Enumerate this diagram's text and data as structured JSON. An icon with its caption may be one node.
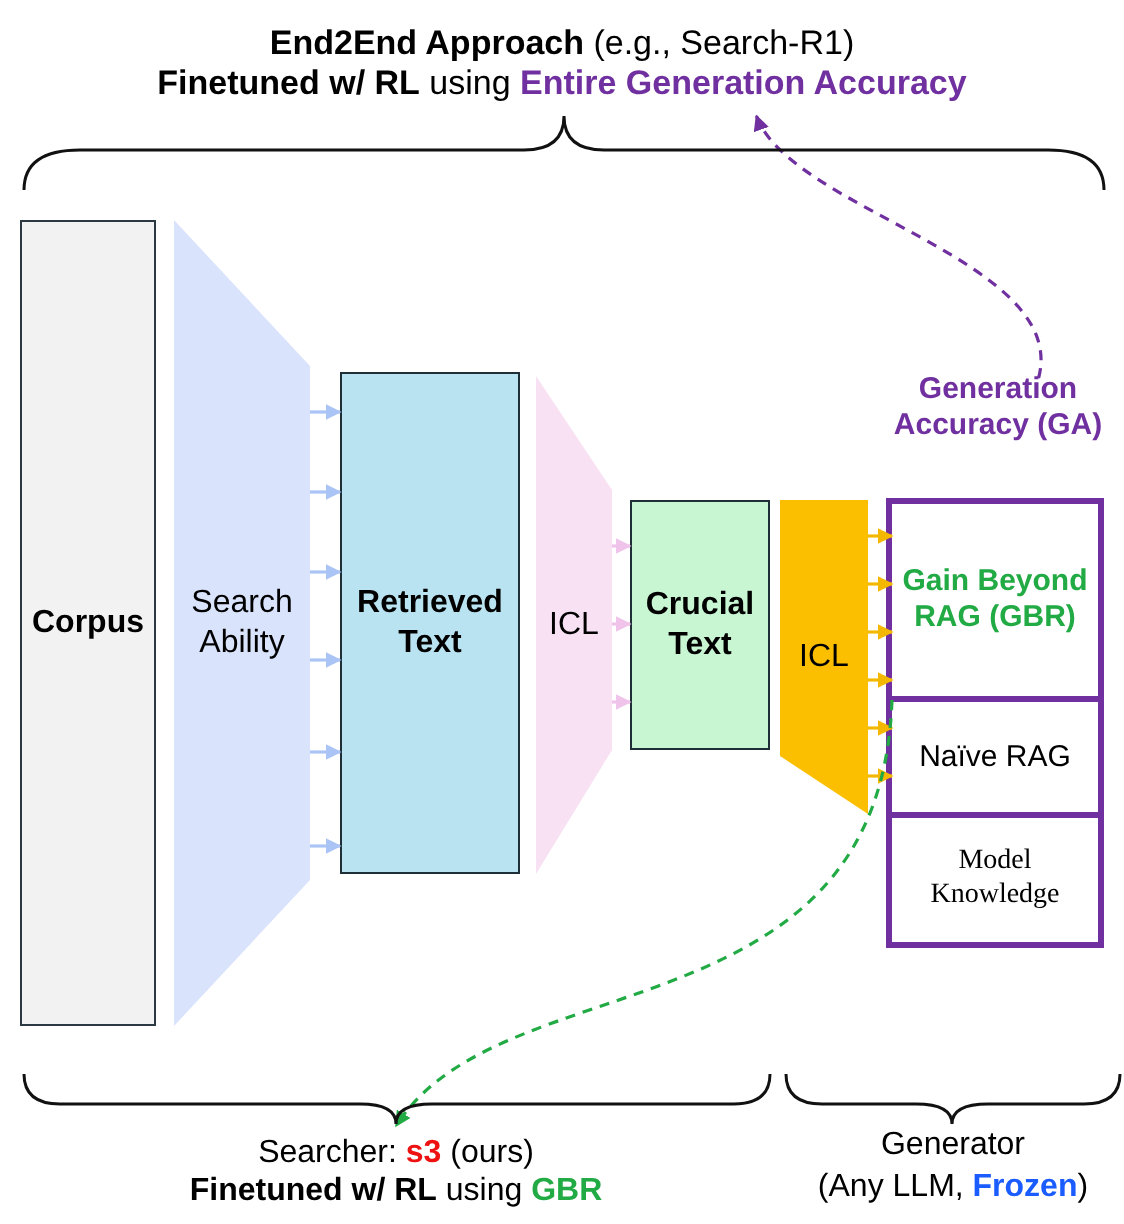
{
  "diagram": {
    "nodes": [
      {
        "text": [
          "Corpus"
        ]
      },
      {
        "text": [
          "Search Ability"
        ]
      },
      {
        "text": [
          "Retrieved Text"
        ]
      },
      {
        "text": [
          "ICL"
        ]
      },
      {
        "text": [
          "Crucial Text"
        ]
      },
      {
        "text": [
          "ICL"
        ]
      },
      {
        "text": [
          "Generation Accuracy (GA)"
        ]
      },
      {
        "text": [
          "Gain Beyond RAG (GBR)"
        ],
        "in": 6
      },
      {
        "text": [
          "Naïve RAG"
        ],
        "in": 6
      },
      {
        "text": [
          "Model Knowledge"
        ],
        "in": 6
      },
      {
        "text": [
          "**End2End Approach** (e.g., Search-R1)",
          "**Finetuned w/ RL** using **Entire Generation Accuracy**"
        ]
      },
      {
        "text": [
          "Searcher: **s3** (ours)",
          "**Finetuned w/ RL** using **GBR**"
        ]
      }
    ],
    "edges": [
      {
        "from": 1,
        "to": 2,
        "arrow": "to",
        "color": "#a9c4f5"
      },
      {
        "from": 1,
        "to": 2,
        "arrow": "to",
        "color": "#a9c4f5"
      },
      {
        "from": 1,
        "to": 2,
        "arrow": "to",
        "color": "#a9c4f5"
      },
      {
        "from": 1,
        "to": 2,
        "arrow": "to",
        "color": "#a9c4f5"
      },
      {
        "from": 1,
        "to": 2,
        "arrow": "to",
        "color": "#a9c4f5"
      },
      {
        "from": 1,
        "to": 2,
        "arrow": "to",
        "color": "#a9c4f5"
      },
      {
        "from": 3,
        "to": 4,
        "arrow": "to",
        "color": "#f0c4ea"
      },
      {
        "from": 3,
        "to": 4,
        "arrow": "to",
        "color": "#f0c4ea"
      },
      {
        "from": 3,
        "to": 4,
        "arrow": "to",
        "color": "#f0c4ea"
      },
      {
        "from": 5,
        "to": 7,
        "arrow": "to",
        "color": "#f5b800"
      },
      {
        "from": 5,
        "to": 7,
        "arrow": "to",
        "color": "#f5b800"
      },
      {
        "from": 5,
        "to": 7,
        "arrow": "to",
        "color": "#f5b800"
      },
      {
        "from": 5,
        "to": 7,
        "arrow": "to",
        "color": "#f5b800"
      },
      {
        "from": 5,
        "to": 8,
        "arrow": "to",
        "color": "#f5b800"
      },
      {
        "from": 5,
        "to": 8,
        "arrow": "to",
        "color": "#f5b800"
      },
      {
        "from": 6,
        "to": 10,
        "arrow": "to",
        "style": "dashed",
        "color": "#7030a0"
      },
      {
        "from": 7,
        "to": 11,
        "arrow": "to",
        "style": "dashed",
        "color": "#22aa44"
      }
    ],
    "labels": [
      "Generator",
      "(Any LLM, **Frozen**)"
    ]
  }
}
